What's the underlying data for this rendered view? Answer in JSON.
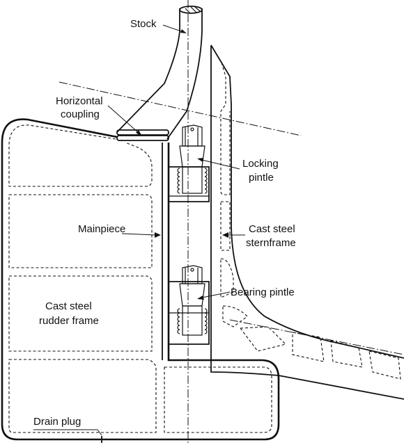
{
  "labels": {
    "stock": "Stock",
    "horizontal_coupling_line1": "Horizontal",
    "horizontal_coupling_line2": "coupling",
    "locking_pintle_line1": "Locking",
    "locking_pintle_line2": "pintle",
    "mainpiece": "Mainpiece",
    "cast_steel_sternframe_line1": "Cast steel",
    "cast_steel_sternframe_line2": "sternframe",
    "bearing_pintle": "Bearing pintle",
    "cast_steel_rudder_frame_line1": "Cast steel",
    "cast_steel_rudder_frame_line2": "rudder frame",
    "drain_plug": "Drain plug"
  }
}
